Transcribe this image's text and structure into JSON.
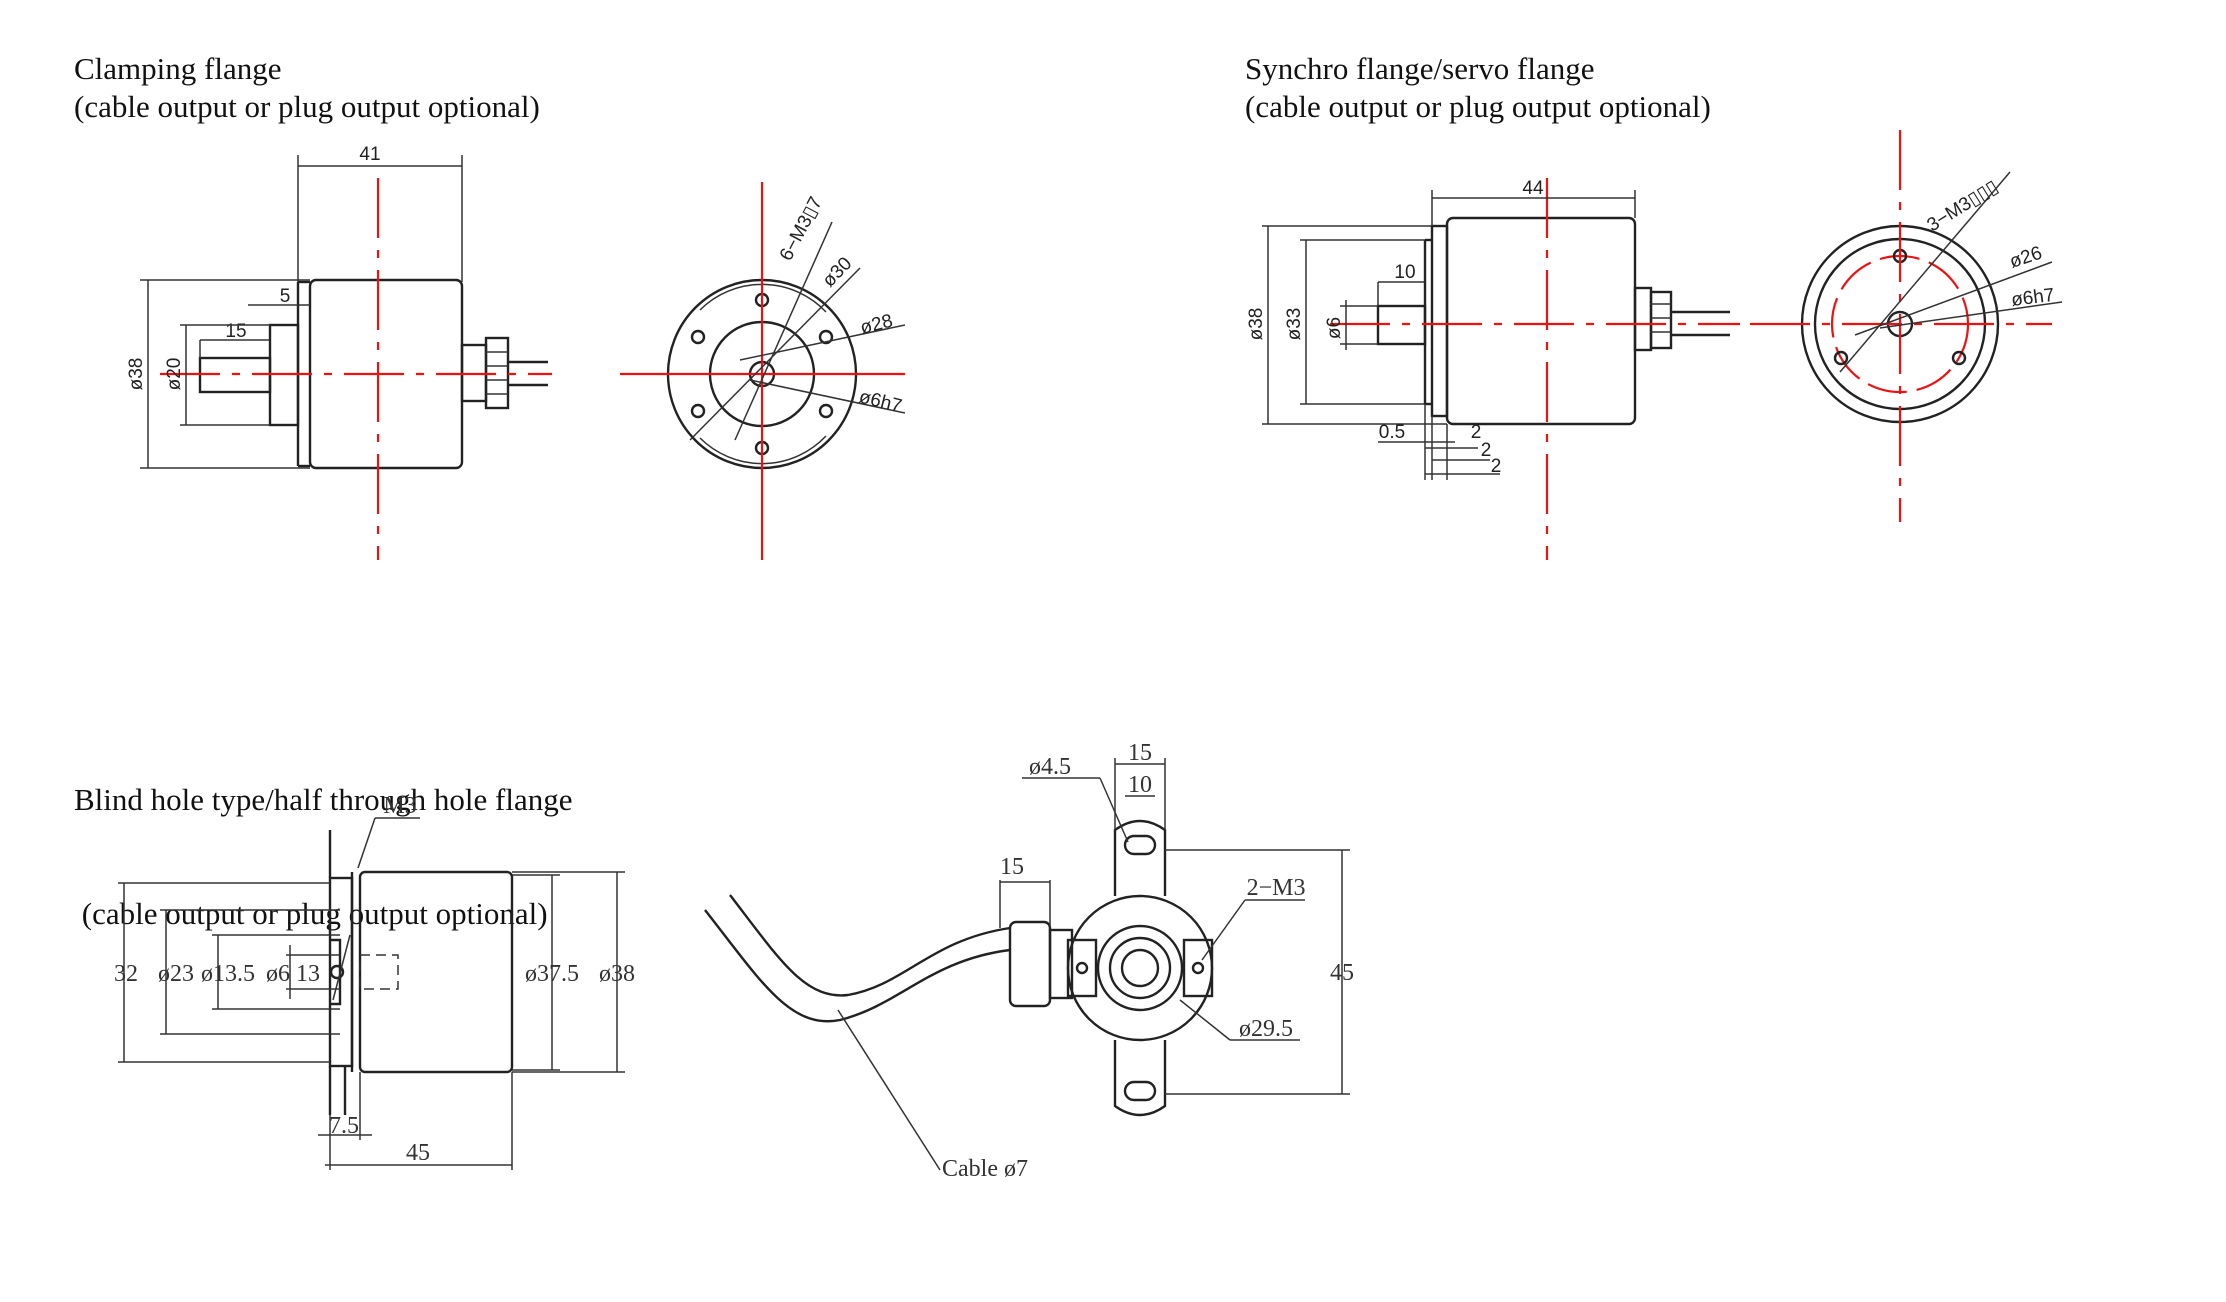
{
  "titles": {
    "clamping_line1": "Clamping flange",
    "clamping_line2": "(cable output or plug output optional)",
    "synchro_line1": "Synchro flange/servo flange",
    "synchro_line2": "(cable output or plug output optional)",
    "blind_line1": "Blind hole type/half through hole flange",
    "blind_line2": " (cable output or plug output optional)"
  },
  "clamping": {
    "len_41": "41",
    "len_5": "5",
    "len_15": "15",
    "dia_38": "ø38",
    "dia_20": "ø20",
    "holes": "6−M3▯7",
    "dia_30": "ø30",
    "dia_28": "ø28",
    "shaft": "ø6h7"
  },
  "synchro": {
    "len_44": "44",
    "len_10": "10",
    "dia_38": "ø38",
    "dia_33": "ø33",
    "dia_6": "ø6",
    "d_05": "0.5",
    "d_2a": "2",
    "d_2b": "2",
    "d_2c": "2",
    "holes": "3−M3▯▯▯",
    "dia_26": "ø26",
    "shaft": "ø6h7"
  },
  "blind": {
    "m3": "M3",
    "d_32": "32",
    "dia_23": "ø23",
    "dia_135": "ø13.5",
    "dia_6": "ø6",
    "d_13": "13",
    "dia_375": "ø37.5",
    "dia_38": "ø38",
    "d_75": "7.5",
    "d_45": "45",
    "dia_45": "ø4.5",
    "d_15top": "15",
    "d_10": "10",
    "d_15side": "15",
    "m3_2": "2−M3",
    "d_45side": "45",
    "dia_295": "ø29.5",
    "cable": "Cable ø7"
  }
}
